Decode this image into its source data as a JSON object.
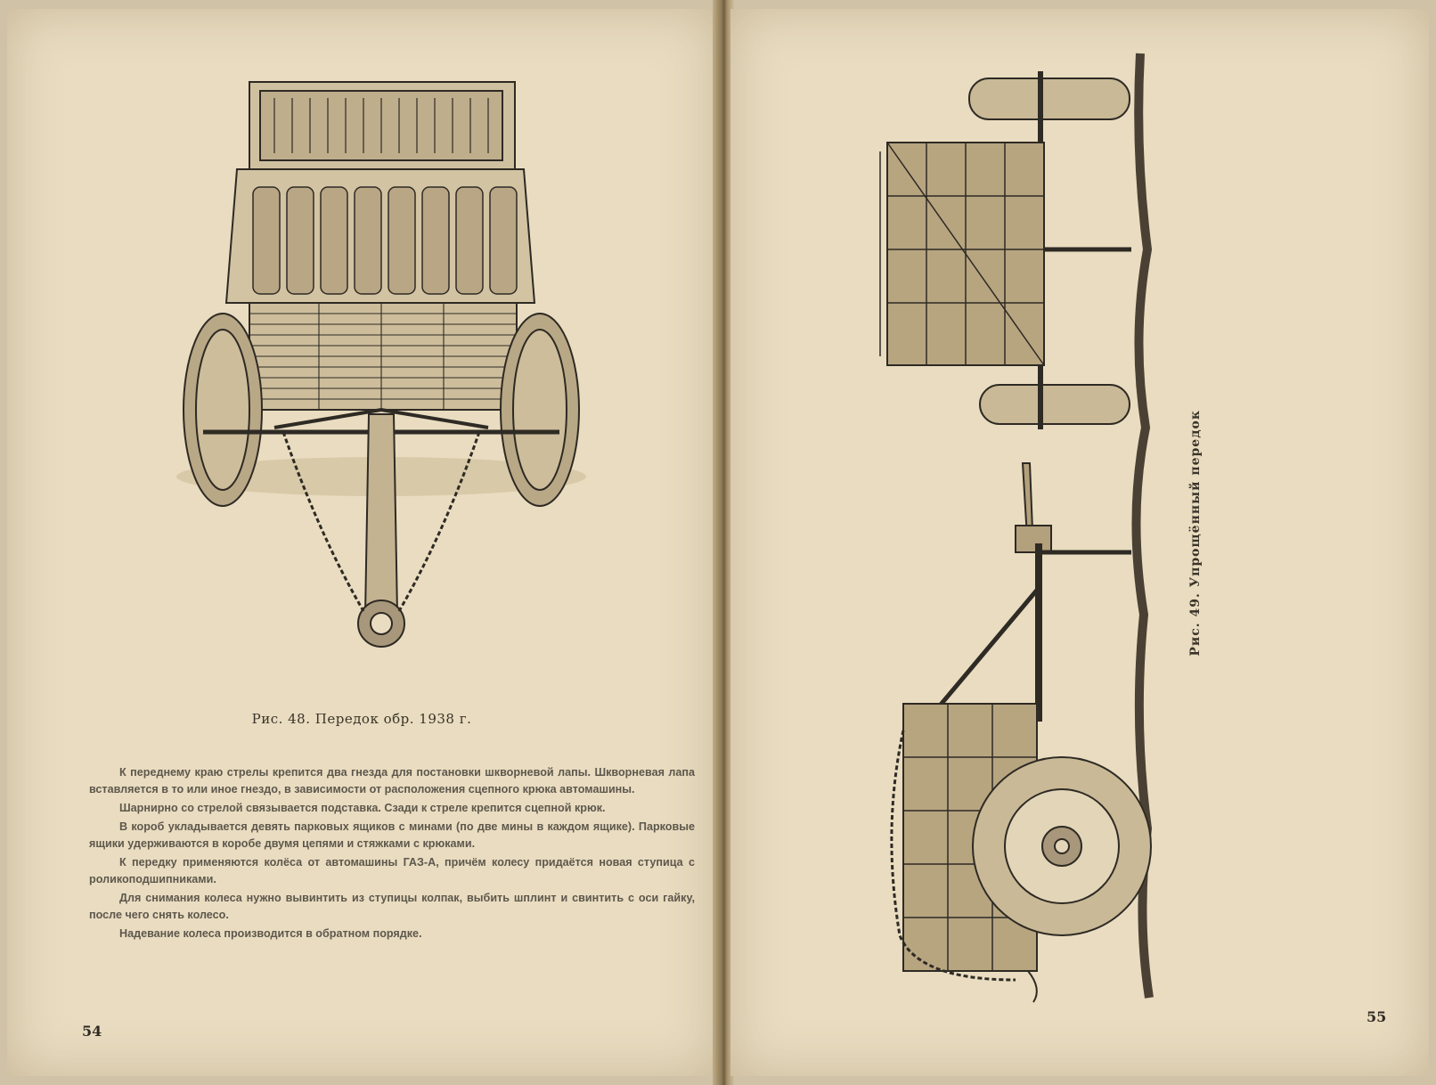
{
  "left_page": {
    "figure_caption": "Рис. 48. Передок обр. 1938 г.",
    "paragraphs": [
      "К переднему краю стрелы крепится два гнезда для постановки шкворневой лапы. Шкворневая лапа вставляется в то или иное гнездо, в зависимости от расположения сцепного крюка автомашины.",
      "Шарнирно со стрелой связывается подставка. Сзади к стреле крепится сцепной крюк.",
      "В короб укладывается девять парковых ящиков с минами (по две мины в каждом ящике). Парковые ящики удерживаются в коробе двумя цепями и стяжками с крюками.",
      "К передку применяются колёса от автомашины ГАЗ-А, причём колесу придаётся новая ступица с роликоподшипниками.",
      "Для снимания колеса нужно вывинтить из ступицы колпак, выбить шплинт и свинтить с оси гайку, после чего снять колесо.",
      "Надевание колеса производится в обратном порядке."
    ],
    "page_number": "54"
  },
  "right_page": {
    "figure_caption": "Рис. 49. Упрощённый передок",
    "page_number": "55"
  },
  "colors": {
    "paper": "#e9dcc0",
    "ink": "#3a3328",
    "gutter": "#6f5c3e"
  }
}
